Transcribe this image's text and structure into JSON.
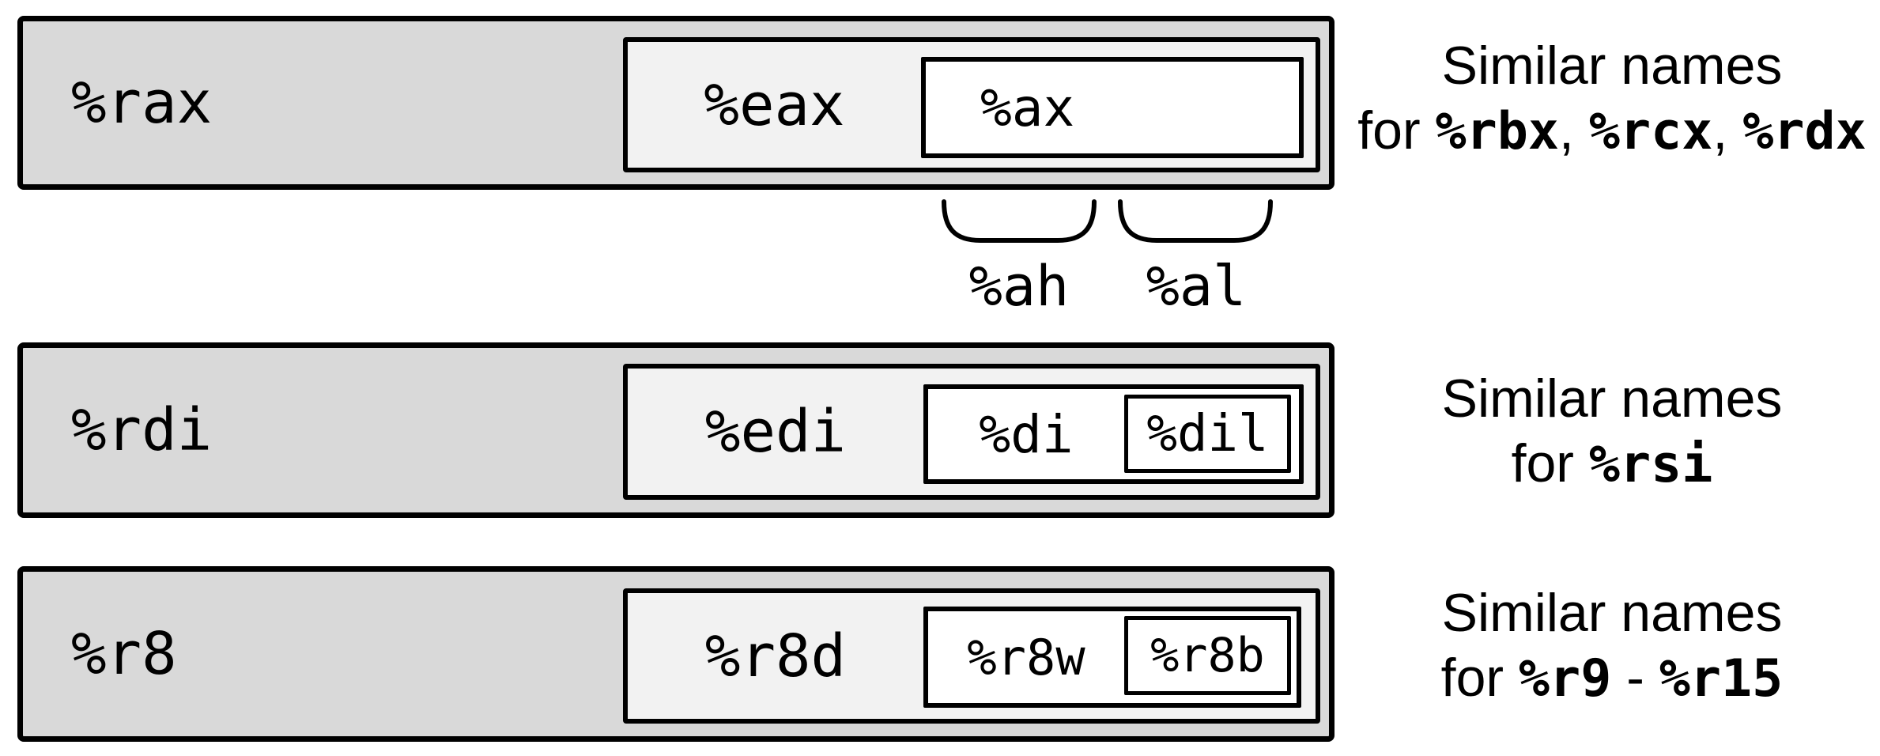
{
  "colors": {
    "outer_fill": "#d9d9d9",
    "mid_fill": "#f2f2f2",
    "inner_fill": "#ffffff",
    "stroke": "#000000"
  },
  "rows": [
    {
      "r64": "%rax",
      "r32": "%eax",
      "r16": "%ax",
      "high8": "%ah",
      "low8": "%al",
      "note_line1": "Similar names",
      "note_line2": [
        {
          "text": "for "
        },
        {
          "text": "%rbx"
        },
        {
          "text": ", "
        },
        {
          "text": "%rcx"
        },
        {
          "text": ", "
        },
        {
          "text": "%rdx"
        }
      ]
    },
    {
      "r64": "%rdi",
      "r32": "%edi",
      "r16": "%di",
      "r8": "%dil",
      "note_line1": "Similar names",
      "note_line2": [
        {
          "text": "for "
        },
        {
          "text": "%rsi"
        }
      ]
    },
    {
      "r64": "%r8",
      "r32": "%r8d",
      "r16": "%r8w",
      "r8": "%r8b",
      "note_line1": "Similar names",
      "note_line2": [
        {
          "text": "for "
        },
        {
          "text": "%r9"
        },
        {
          "text": " - "
        },
        {
          "text": "%r15"
        }
      ]
    }
  ]
}
